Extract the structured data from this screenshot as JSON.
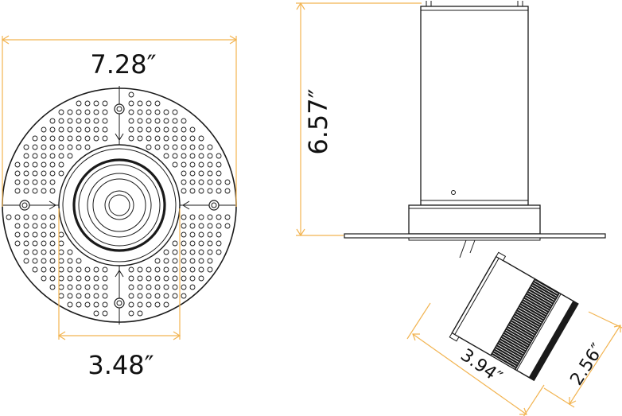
{
  "dimensions": {
    "width": "7.28″",
    "cutout": "3.48″",
    "height": "6.57″",
    "head_length": "3.94″",
    "head_diameter": "2.56″"
  },
  "colors": {
    "dimension_line": "#f2b451",
    "outline": "#1a1a1a",
    "background": "#ffffff"
  }
}
